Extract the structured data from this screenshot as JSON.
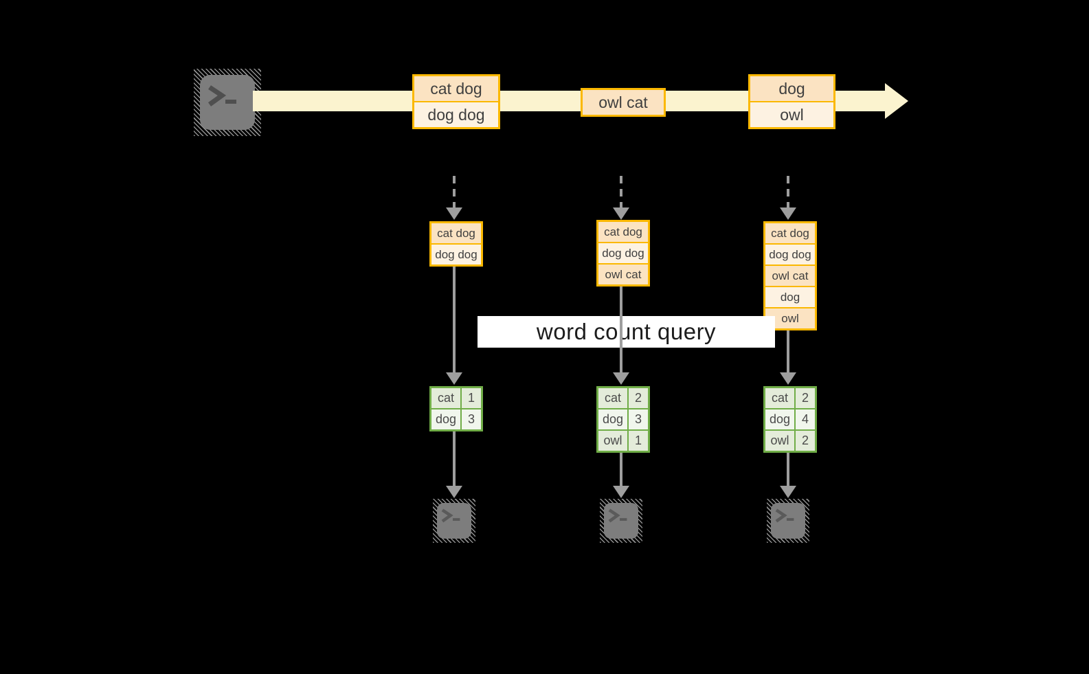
{
  "diagram": {
    "query_label": "word count query",
    "stream_records": [
      {
        "lines": [
          "cat dog",
          "dog dog"
        ]
      },
      {
        "lines": [
          "owl cat"
        ]
      },
      {
        "lines": [
          "dog",
          "owl"
        ]
      }
    ],
    "buffers": [
      {
        "rows": [
          "cat dog",
          "dog dog"
        ]
      },
      {
        "rows": [
          "cat dog",
          "dog dog",
          "owl cat"
        ]
      },
      {
        "rows": [
          "cat dog",
          "dog dog",
          "owl cat",
          "dog",
          "owl"
        ]
      }
    ],
    "count_tables": [
      {
        "rows": [
          {
            "word": "cat",
            "count": "1"
          },
          {
            "word": "dog",
            "count": "3"
          }
        ]
      },
      {
        "rows": [
          {
            "word": "cat",
            "count": "2"
          },
          {
            "word": "dog",
            "count": "3"
          },
          {
            "word": "owl",
            "count": "1"
          }
        ]
      },
      {
        "rows": [
          {
            "word": "cat",
            "count": "2"
          },
          {
            "word": "dog",
            "count": "4"
          },
          {
            "word": "owl",
            "count": "2"
          }
        ]
      }
    ],
    "icons": {
      "source": "terminal-icon",
      "stream_arrowhead": "right-arrowhead-icon",
      "down_arrows": "down-arrow-icon",
      "outputs": [
        "terminal-icon",
        "terminal-icon",
        "terminal-icon"
      ]
    },
    "colors": {
      "background": "#000000",
      "stream_band": "#fbf3cf",
      "record_border": "#fbb800",
      "record_fill_dark": "#fbe3c2",
      "record_fill_light": "#fdf2e2",
      "table_border": "#70ad47",
      "table_fill_dark": "#e4ecda",
      "table_fill_light": "#f1f6ed",
      "arrow_gray": "#9e9e9e",
      "terminal_gray": "#7d7d7d",
      "label_bg": "#ffffff",
      "label_text": "#1c1c1c"
    }
  }
}
